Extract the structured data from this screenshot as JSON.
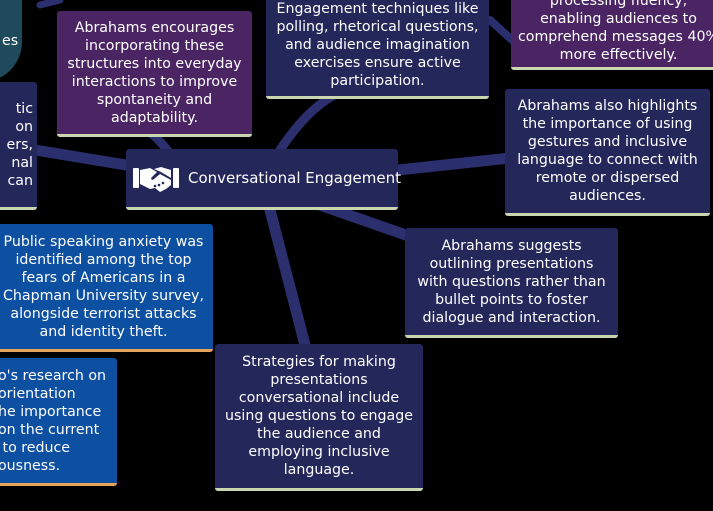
{
  "center": {
    "label": "Conversational Engagement",
    "icon": "handshake-icon"
  },
  "nodes": {
    "top_left_purple": "Abrahams encourages incorporating these structures into everyday interactions to improve spontaneity and adaptability.",
    "top_mid_navy": "Engagement techniques like polling, rhetorical questions, and audience imagination exercises ensure active participation.",
    "top_right_purple": "processing fluency, enabling audiences to comprehend messages 40% more effectively.",
    "right_navy": "Abrahams also highlights the importance of using gestures and inclusive language to connect with remote or dispersed audiences.",
    "mid_right_navy": "Abrahams suggests outlining presentations with questions rather than bullet points to foster dialogue and interaction.",
    "bottom_navy": "Strategies for making presentations conversational include using questions to engage the audience and employing inclusive language.",
    "left_blue_anxiety": "Public speaking anxiety was identified among the top fears of Americans in a Chapman University survey, alongside terrorist attacks and identity theft.",
    "left_blue_research": "o's research on\norientation\nhe importance\non the current\n to reduce\nousness.",
    "left_navy_partial": "tic\non\ners,\nnal\ncan",
    "top_left_teal": "es"
  },
  "colors": {
    "background": "#000000",
    "navy": "#23275a",
    "purple": "#4b2563",
    "blue": "#0d4fa1",
    "link": "#2b2f6e",
    "underline_light": "#c9d6b0",
    "underline_orange": "#e7a35a"
  }
}
